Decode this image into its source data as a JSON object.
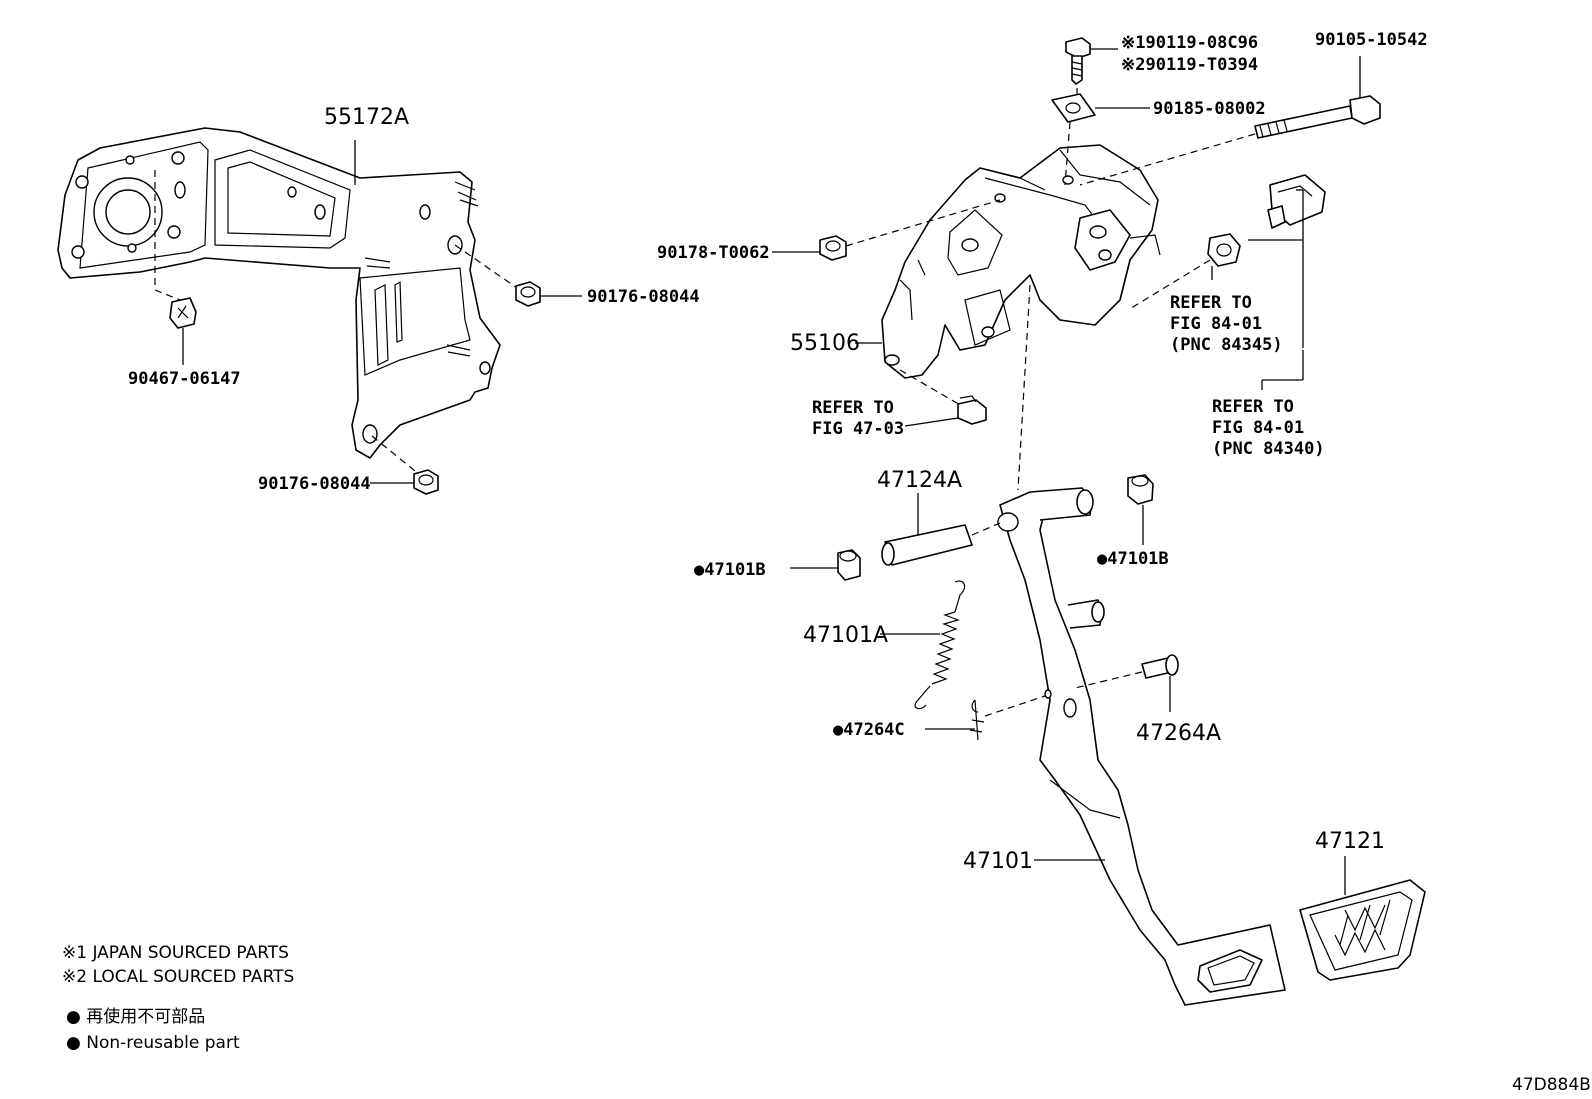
{
  "labels": {
    "p55172a": "55172A",
    "p90467": "90467-06147",
    "p90176a": "90176-08044",
    "p90176b": "90176-08044",
    "p90178": "90178-T0062",
    "p55106": "55106",
    "refer4703_line1": "REFER TO",
    "refer4703_line2": "FIG 47-03",
    "p90119_1": "※190119-08C96",
    "p90119_2": "※290119-T0394",
    "p90185": "90185-08002",
    "p90105": "90105-10542",
    "refer84345_line1": "REFER TO",
    "refer84345_line2": "FIG 84-01",
    "refer84345_line3": "(PNC 84345)",
    "refer84340_line1": "REFER TO",
    "refer84340_line2": "FIG 84-01",
    "refer84340_line3": "(PNC 84340)",
    "p47124a": "47124A",
    "p47101b_left": "●47101B",
    "p47101b_right": "●47101B",
    "p47101a": "47101A",
    "p47264c": "●47264C",
    "p47264a": "47264A",
    "p47101": "47101",
    "p47121": "47121"
  },
  "legend": {
    "note1": "※1 JAPAN SOURCED PARTS",
    "note2": "※2 LOCAL SOURCED PARTS",
    "nonreusable_jp": "● 再使用不可部品",
    "nonreusable_en": "● Non-reusable part"
  },
  "diagram_code": "47D884B"
}
